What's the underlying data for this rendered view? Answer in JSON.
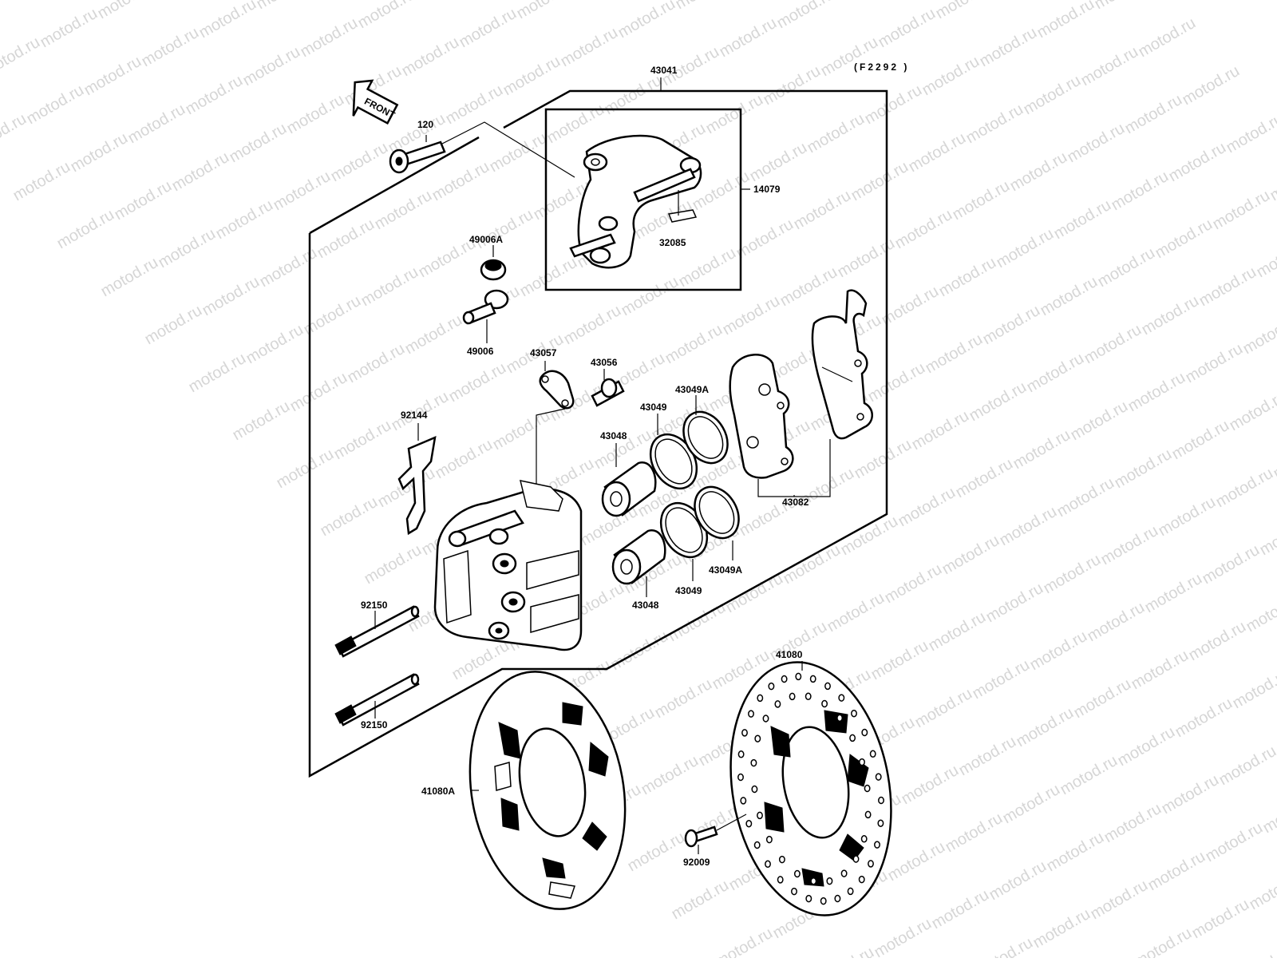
{
  "figure_code": "(F2292 )",
  "front_badge": "FRONT",
  "watermark": "motod.ru",
  "labels": {
    "p43041": "43041",
    "p120": "120",
    "p14079": "14079",
    "p32085": "32085",
    "p49006A": "49006A",
    "p49006": "49006",
    "p43057": "43057",
    "p43056": "43056",
    "p43049A_top": "43049A",
    "p43049_top": "43049",
    "p43048_top": "43048",
    "p92144": "92144",
    "p43082": "43082",
    "p43049A_bottom": "43049A",
    "p43049_bottom": "43049",
    "p43048_bottom": "43048",
    "p92150_top": "92150",
    "p92150_bottom": "92150",
    "p41080": "41080",
    "p41080A": "41080A",
    "p92009": "92009"
  }
}
